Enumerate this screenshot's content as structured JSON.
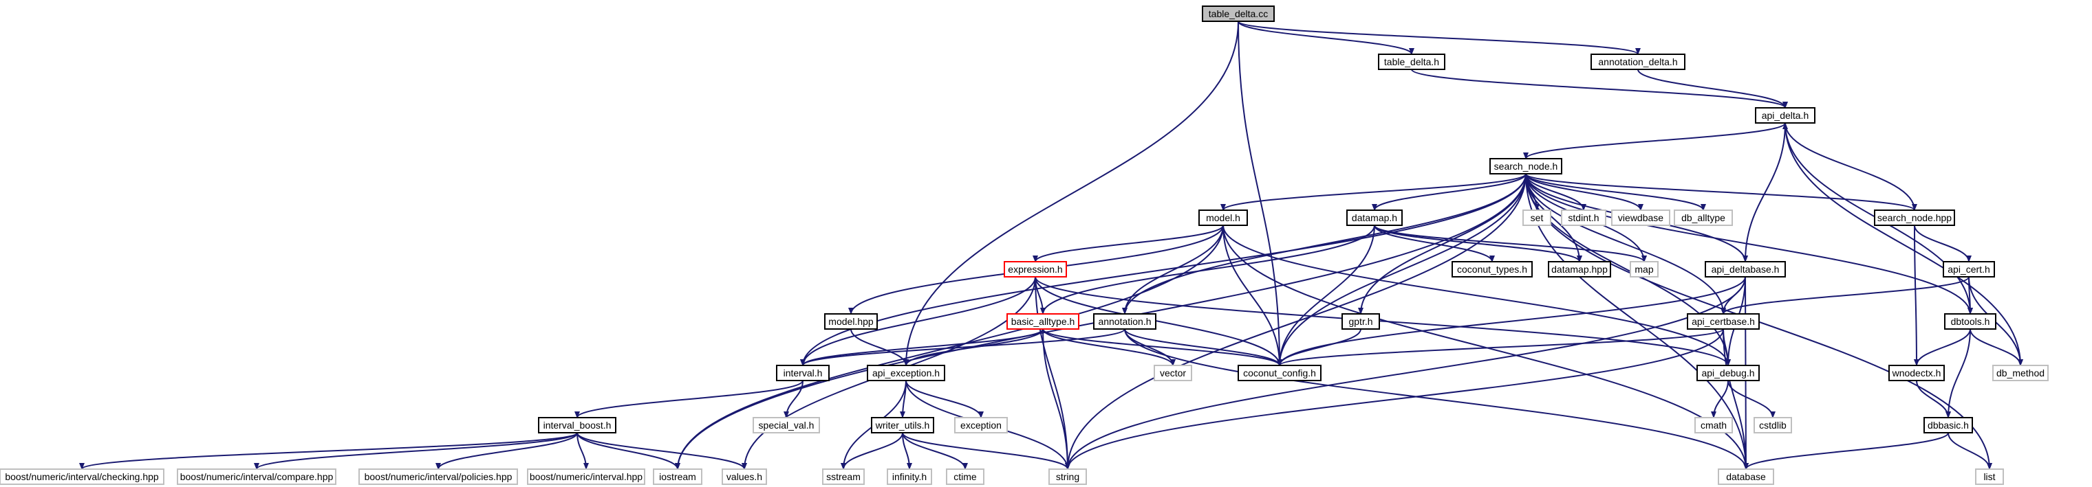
{
  "colors": {
    "edge": "#191970",
    "root_fill": "#bfbfbf",
    "box_fill": "#ffffff",
    "border_doc": "#000000",
    "border_external": "#bfbfbf",
    "border_truncated": "#ff0000",
    "text": "#000000"
  },
  "nodes": [
    {
      "id": "table_delta_cc",
      "label": "table_delta.cc",
      "kind": "root"
    },
    {
      "id": "table_delta_h",
      "label": "table_delta.h",
      "kind": "documented"
    },
    {
      "id": "annotation_delta_h",
      "label": "annotation_delta.h",
      "kind": "documented"
    },
    {
      "id": "api_delta_h",
      "label": "api_delta.h",
      "kind": "documented"
    },
    {
      "id": "search_node_h",
      "label": "search_node.h",
      "kind": "documented"
    },
    {
      "id": "model_h",
      "label": "model.h",
      "kind": "documented"
    },
    {
      "id": "datamap_h",
      "label": "datamap.h",
      "kind": "documented"
    },
    {
      "id": "set",
      "label": "set",
      "kind": "external"
    },
    {
      "id": "stdint_h",
      "label": "stdint.h",
      "kind": "external"
    },
    {
      "id": "viewdbase",
      "label": "viewdbase",
      "kind": "external"
    },
    {
      "id": "db_alltype",
      "label": "db_alltype",
      "kind": "external"
    },
    {
      "id": "search_node_hpp",
      "label": "search_node.hpp",
      "kind": "documented"
    },
    {
      "id": "expression_h",
      "label": "expression.h",
      "kind": "truncated"
    },
    {
      "id": "coconut_types_h",
      "label": "coconut_types.h",
      "kind": "documented"
    },
    {
      "id": "datamap_hpp",
      "label": "datamap.hpp",
      "kind": "documented"
    },
    {
      "id": "map",
      "label": "map",
      "kind": "external"
    },
    {
      "id": "api_deltabase_h",
      "label": "api_deltabase.h",
      "kind": "documented"
    },
    {
      "id": "api_cert_h",
      "label": "api_cert.h",
      "kind": "documented"
    },
    {
      "id": "model_hpp",
      "label": "model.hpp",
      "kind": "documented"
    },
    {
      "id": "basic_alltype_h",
      "label": "basic_alltype.h",
      "kind": "truncated"
    },
    {
      "id": "annotation_h",
      "label": "annotation.h",
      "kind": "documented"
    },
    {
      "id": "gptr_h",
      "label": "gptr.h",
      "kind": "documented"
    },
    {
      "id": "api_certbase_h",
      "label": "api_certbase.h",
      "kind": "documented"
    },
    {
      "id": "dbtools_h",
      "label": "dbtools.h",
      "kind": "documented"
    },
    {
      "id": "interval_h",
      "label": "interval.h",
      "kind": "documented"
    },
    {
      "id": "api_exception_h",
      "label": "api_exception.h",
      "kind": "documented"
    },
    {
      "id": "vector",
      "label": "vector",
      "kind": "external"
    },
    {
      "id": "coconut_config_h",
      "label": "coconut_config.h",
      "kind": "documented"
    },
    {
      "id": "api_debug_h",
      "label": "api_debug.h",
      "kind": "documented"
    },
    {
      "id": "wnodectx_h",
      "label": "wnodectx.h",
      "kind": "documented"
    },
    {
      "id": "db_method",
      "label": "db_method",
      "kind": "external"
    },
    {
      "id": "special_val_h",
      "label": "special_val.h",
      "kind": "external"
    },
    {
      "id": "exception",
      "label": "exception",
      "kind": "external"
    },
    {
      "id": "cmath",
      "label": "cmath",
      "kind": "external"
    },
    {
      "id": "cstdlib",
      "label": "cstdlib",
      "kind": "external"
    },
    {
      "id": "interval_boost_h",
      "label": "interval_boost.h",
      "kind": "documented"
    },
    {
      "id": "writer_utils_h",
      "label": "writer_utils.h",
      "kind": "documented"
    },
    {
      "id": "dbbasic_h",
      "label": "dbbasic.h",
      "kind": "documented"
    },
    {
      "id": "checking_hpp",
      "label": "boost/numeric/interval/checking.hpp",
      "kind": "external"
    },
    {
      "id": "compare_hpp",
      "label": "boost/numeric/interval/compare.hpp",
      "kind": "external"
    },
    {
      "id": "policies_hpp",
      "label": "boost/numeric/interval/policies.hpp",
      "kind": "external"
    },
    {
      "id": "interval_hpp",
      "label": "boost/numeric/interval.hpp",
      "kind": "external"
    },
    {
      "id": "iostream",
      "label": "iostream",
      "kind": "external"
    },
    {
      "id": "values_h",
      "label": "values.h",
      "kind": "external"
    },
    {
      "id": "sstream",
      "label": "sstream",
      "kind": "external"
    },
    {
      "id": "infinity_h",
      "label": "infinity.h",
      "kind": "external"
    },
    {
      "id": "ctime",
      "label": "ctime",
      "kind": "external"
    },
    {
      "id": "string",
      "label": "string",
      "kind": "external"
    },
    {
      "id": "database",
      "label": "database",
      "kind": "external"
    },
    {
      "id": "list",
      "label": "list",
      "kind": "external"
    }
  ],
  "edges": [
    [
      "table_delta_cc",
      "table_delta_h"
    ],
    [
      "table_delta_cc",
      "annotation_delta_h"
    ],
    [
      "table_delta_cc",
      "api_exception_h"
    ],
    [
      "table_delta_cc",
      "coconut_config_h"
    ],
    [
      "table_delta_h",
      "api_delta_h"
    ],
    [
      "annotation_delta_h",
      "api_delta_h"
    ],
    [
      "api_delta_h",
      "search_node_h"
    ],
    [
      "api_delta_h",
      "api_deltabase_h"
    ],
    [
      "api_delta_h",
      "dbtools_h"
    ],
    [
      "api_delta_h",
      "db_method"
    ],
    [
      "search_node_h",
      "iostream"
    ],
    [
      "search_node_h",
      "string"
    ],
    [
      "search_node_h",
      "interval_h"
    ],
    [
      "search_node_h",
      "model_h"
    ],
    [
      "search_node_h",
      "annotation_h"
    ],
    [
      "search_node_h",
      "coconut_config_h"
    ],
    [
      "search_node_h",
      "gptr_h"
    ],
    [
      "search_node_h",
      "datamap_h"
    ],
    [
      "search_node_h",
      "datamap_hpp"
    ],
    [
      "search_node_h",
      "map"
    ],
    [
      "search_node_h",
      "set"
    ],
    [
      "search_node_h",
      "stdint_h"
    ],
    [
      "search_node_h",
      "viewdbase"
    ],
    [
      "search_node_h",
      "db_alltype"
    ],
    [
      "search_node_h",
      "search_node_hpp"
    ],
    [
      "search_node_h",
      "api_deltabase_h"
    ],
    [
      "search_node_h",
      "api_certbase_h"
    ],
    [
      "search_node_h",
      "api_debug_h"
    ],
    [
      "search_node_h",
      "database"
    ],
    [
      "search_node_h",
      "dbtools_h"
    ],
    [
      "search_node_h",
      "list"
    ],
    [
      "model_h",
      "expression_h"
    ],
    [
      "model_h",
      "model_hpp"
    ],
    [
      "model_h",
      "annotation_h"
    ],
    [
      "model_h",
      "coconut_config_h"
    ],
    [
      "model_h",
      "api_debug_h"
    ],
    [
      "model_h",
      "database"
    ],
    [
      "model_h",
      "iostream"
    ],
    [
      "datamap_h",
      "coconut_types_h"
    ],
    [
      "datamap_h",
      "datamap_hpp"
    ],
    [
      "datamap_h",
      "map"
    ],
    [
      "datamap_h",
      "coconut_config_h"
    ],
    [
      "datamap_h",
      "basic_alltype_h"
    ],
    [
      "expression_h",
      "basic_alltype_h"
    ],
    [
      "expression_h",
      "interval_h"
    ],
    [
      "expression_h",
      "coconut_config_h"
    ],
    [
      "expression_h",
      "api_debug_h"
    ],
    [
      "expression_h",
      "values_h"
    ],
    [
      "expression_h",
      "string"
    ],
    [
      "model_hpp",
      "api_exception_h"
    ],
    [
      "basic_alltype_h",
      "interval_h"
    ],
    [
      "basic_alltype_h",
      "api_exception_h"
    ],
    [
      "basic_alltype_h",
      "vector"
    ],
    [
      "basic_alltype_h",
      "coconut_config_h"
    ],
    [
      "basic_alltype_h",
      "string"
    ],
    [
      "annotation_h",
      "interval_h"
    ],
    [
      "annotation_h",
      "coconut_config_h"
    ],
    [
      "annotation_h",
      "vector"
    ],
    [
      "annotation_h",
      "database"
    ],
    [
      "gptr_h",
      "coconut_config_h"
    ],
    [
      "api_deltabase_h",
      "api_certbase_h"
    ],
    [
      "api_deltabase_h",
      "api_debug_h"
    ],
    [
      "api_deltabase_h",
      "coconut_config_h"
    ],
    [
      "api_deltabase_h",
      "string"
    ],
    [
      "api_deltabase_h",
      "database"
    ],
    [
      "api_certbase_h",
      "api_debug_h"
    ],
    [
      "api_certbase_h",
      "coconut_config_h"
    ],
    [
      "api_certbase_h",
      "string"
    ],
    [
      "api_certbase_h",
      "database"
    ],
    [
      "search_node_hpp",
      "api_delta_h"
    ],
    [
      "search_node_hpp",
      "api_cert_h"
    ],
    [
      "search_node_hpp",
      "wnodectx_h"
    ],
    [
      "api_cert_h",
      "api_certbase_h"
    ],
    [
      "api_cert_h",
      "dbtools_h"
    ],
    [
      "api_cert_h",
      "db_method"
    ],
    [
      "dbtools_h",
      "wnodectx_h"
    ],
    [
      "dbtools_h",
      "dbbasic_h"
    ],
    [
      "dbtools_h",
      "db_method"
    ],
    [
      "wnodectx_h",
      "dbbasic_h"
    ],
    [
      "dbbasic_h",
      "database"
    ],
    [
      "dbbasic_h",
      "list"
    ],
    [
      "interval_h",
      "interval_boost_h"
    ],
    [
      "interval_h",
      "special_val_h"
    ],
    [
      "interval_boost_h",
      "checking_hpp"
    ],
    [
      "interval_boost_h",
      "compare_hpp"
    ],
    [
      "interval_boost_h",
      "policies_hpp"
    ],
    [
      "interval_boost_h",
      "interval_hpp"
    ],
    [
      "interval_boost_h",
      "iostream"
    ],
    [
      "interval_boost_h",
      "values_h"
    ],
    [
      "api_exception_h",
      "writer_utils_h"
    ],
    [
      "api_exception_h",
      "exception"
    ],
    [
      "api_exception_h",
      "sstream"
    ],
    [
      "api_exception_h",
      "string"
    ],
    [
      "writer_utils_h",
      "sstream"
    ],
    [
      "writer_utils_h",
      "infinity_h"
    ],
    [
      "writer_utils_h",
      "ctime"
    ],
    [
      "writer_utils_h",
      "string"
    ],
    [
      "api_debug_h",
      "cmath"
    ],
    [
      "api_debug_h",
      "cstdlib"
    ]
  ]
}
